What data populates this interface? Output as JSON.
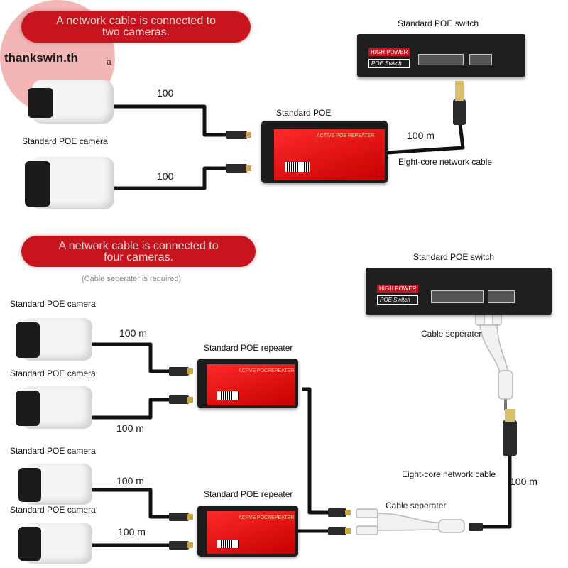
{
  "watermark": {
    "text": "thankswin.th"
  },
  "top": {
    "banner_lines": [
      "A network cable is connected to",
      "two cameras."
    ],
    "switch_label": "Standard POE switch",
    "switch_brand": "HIGH POWER",
    "switch_sub": "POE Switch",
    "repeater_label": "Standard POE",
    "repeater_title": "ACTIVE POE REPEATER",
    "camera_label": "Standard POE camera",
    "camera_label_partial": "a",
    "dist_upper": "100",
    "dist_lower": "100",
    "dist_trunk": "100 m",
    "cable_label": "Eight-core network cable"
  },
  "bottom": {
    "banner_lines": [
      "A network cable is connected to",
      "four cameras."
    ],
    "note": "(Cable seperater is required)",
    "switch_label": "Standard POE switch",
    "switch_brand": "HIGH POWER",
    "switch_sub": "POE Switch",
    "separator_label_top": "Cable seperater",
    "separator_label_bottom": "Cable seperater",
    "repeater_label_1": "Standard POE repeater",
    "repeater_label_2": "Standard POE repeater",
    "repeater_title": "ACRVE POCREPEATER",
    "camera_labels": [
      "Standard POE camera",
      "Standard POE camera",
      "Standard POE camera",
      "Standard POE camera"
    ],
    "dists": [
      "100 m",
      "100 m",
      "100 m",
      "100 m"
    ],
    "cable_label": "Eight-core network cable",
    "dist_trunk": "100 m"
  }
}
